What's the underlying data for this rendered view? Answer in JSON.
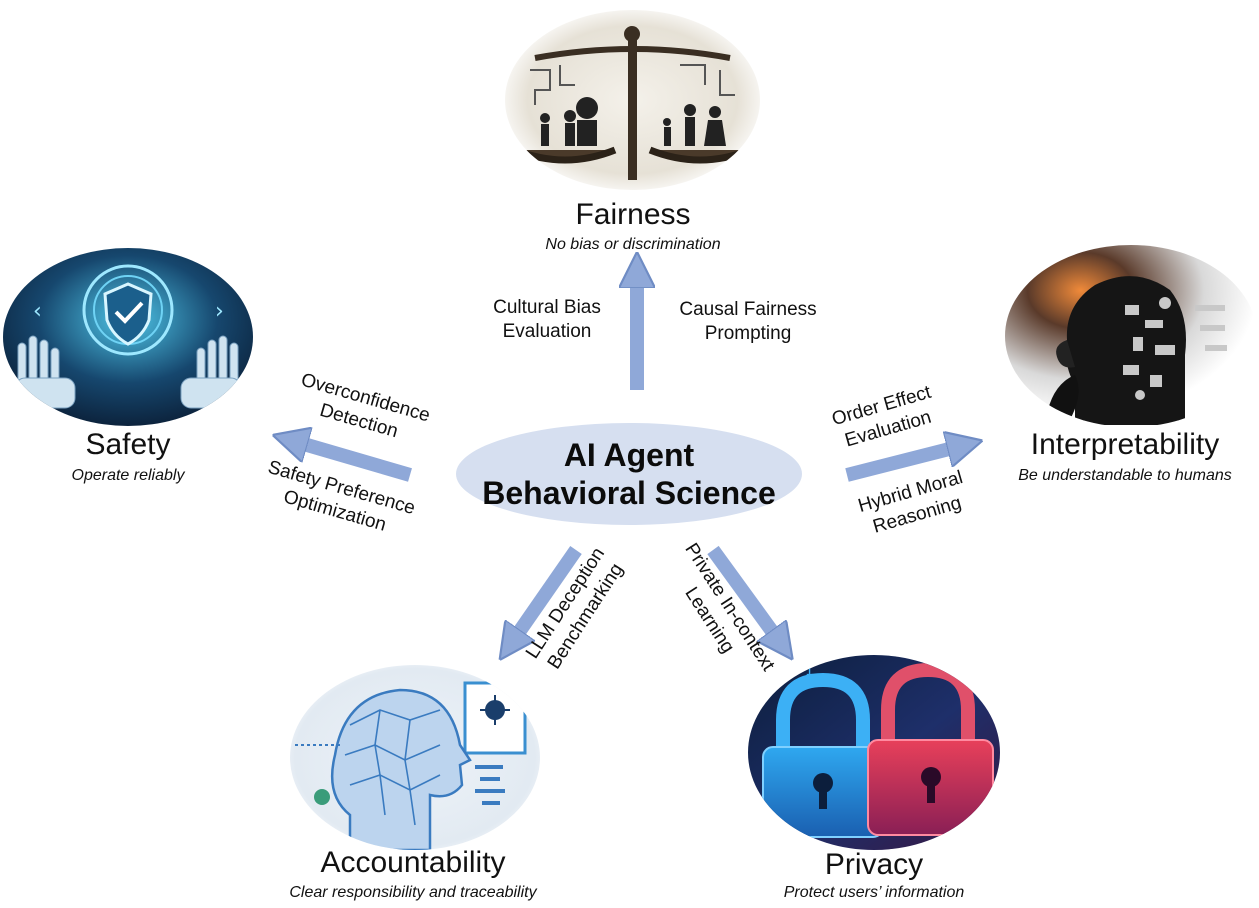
{
  "center": {
    "line1": "AI Agent",
    "line2": "Behavioral Science",
    "fill": "#d6dff0"
  },
  "arrow_color": "#8fa8d8",
  "pillars": {
    "fairness": {
      "title": "Fairness",
      "subtitle": "No bias or discrimination",
      "icon": "balance-scale-icon"
    },
    "safety": {
      "title": "Safety",
      "subtitle": "Operate reliably",
      "icon": "robot-hands-shield-icon"
    },
    "interpretability": {
      "title": "Interpretability",
      "subtitle": "Be understandable to humans",
      "icon": "thinking-head-icon"
    },
    "accountability": {
      "title": "Accountability",
      "subtitle": "Clear responsibility and traceability",
      "icon": "wireframe-head-icon"
    },
    "privacy": {
      "title": "Privacy",
      "subtitle": "Protect users’ information",
      "icon": "padlocks-icon"
    }
  },
  "methods": {
    "cultural_bias": {
      "line1": "Cultural Bias",
      "line2": "Evaluation"
    },
    "causal_fairness": {
      "line1": "Causal Fairness",
      "line2": "Prompting"
    },
    "overconfidence": {
      "line1": "Overconfidence",
      "line2": "Detection"
    },
    "safety_pref": {
      "line1": "Safety Preference",
      "line2": "Optimization"
    },
    "order_effect": {
      "line1": "Order Effect",
      "line2": "Evaluation"
    },
    "hybrid_moral": {
      "line1": "Hybrid Moral",
      "line2": "Reasoning"
    },
    "llm_deception": {
      "line1": "LLM Deception",
      "line2": "Benchmarking"
    },
    "private_icl": {
      "line1": "Private In-context",
      "line2": "Learning"
    }
  }
}
